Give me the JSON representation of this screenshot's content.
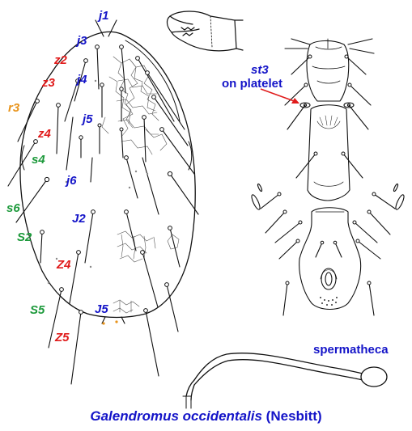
{
  "colors": {
    "blue": "#1414c8",
    "red": "#e01b1b",
    "green": "#1e9a3c",
    "orange": "#e8931a"
  },
  "labels": {
    "j1": "j1",
    "j3": "j3",
    "z2": "z2",
    "z3": "z3",
    "j4": "j4",
    "r3": "r3",
    "j5": "j5",
    "z4": "z4",
    "s4": "s4",
    "j6": "j6",
    "s6": "s6",
    "J2": "J2",
    "S2": "S2",
    "Z4": "Z4",
    "S5": "S5",
    "J5": "J5",
    "Z5": "Z5"
  },
  "annotations": {
    "st3": "st3",
    "on_platelet": "on platelet",
    "spermatheca": "spermatheca"
  },
  "caption": {
    "genus_species": "Galendromus occidentalis",
    "author": "(Nesbitt)"
  }
}
